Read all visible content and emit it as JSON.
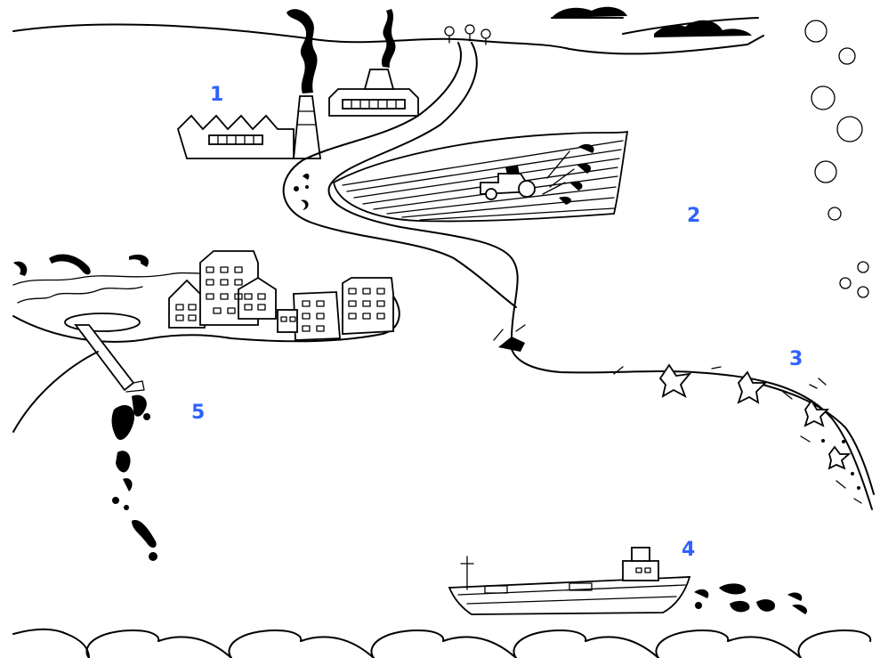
{
  "labels": {
    "factory": "1",
    "farm": "2",
    "coast": "3",
    "ship": "4",
    "sewage": "5"
  },
  "colors": {
    "label": "#2f63ff",
    "ink": "#000000",
    "background": "#ffffff"
  }
}
